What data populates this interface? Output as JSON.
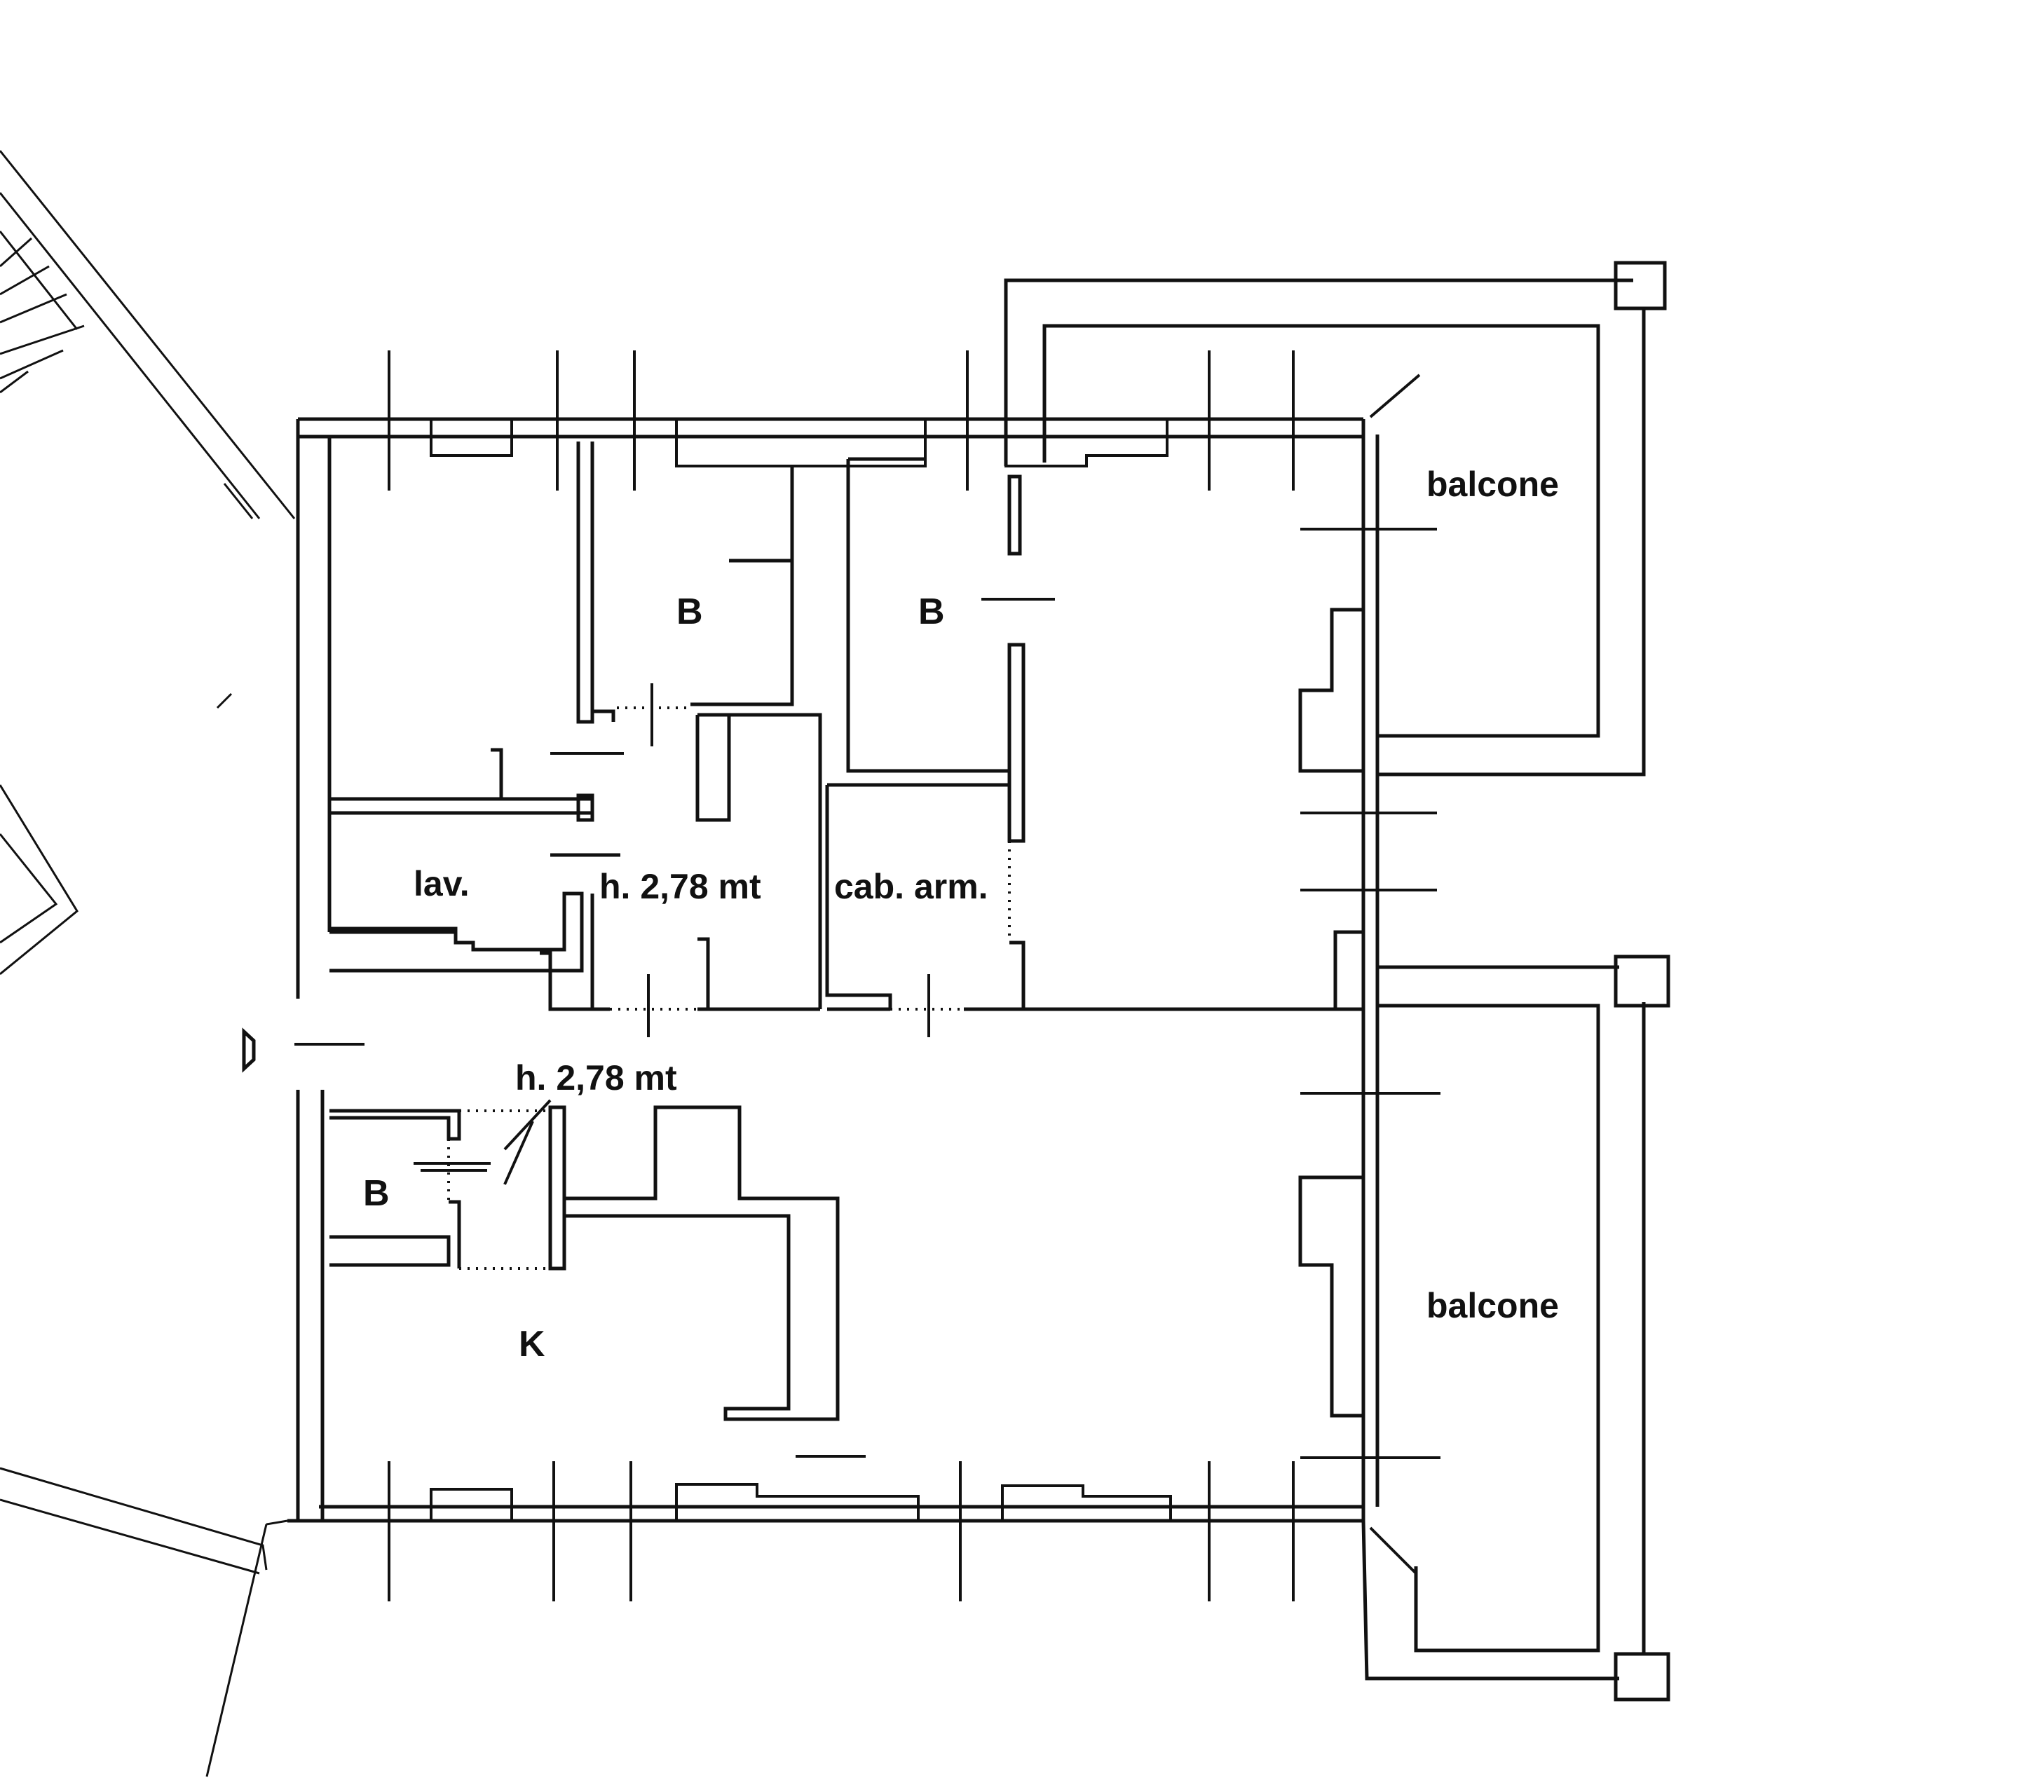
{
  "labels": {
    "balcone_top": "balcone",
    "balcone_bottom": "balcone",
    "bath_1": "B",
    "bath_2": "B",
    "bath_3": "B",
    "laundry": "lav.",
    "closet": "cab. arm.",
    "kitchen": "K",
    "height_1": "h. 2,78 mt",
    "height_2": "h. 2,78 mt"
  }
}
